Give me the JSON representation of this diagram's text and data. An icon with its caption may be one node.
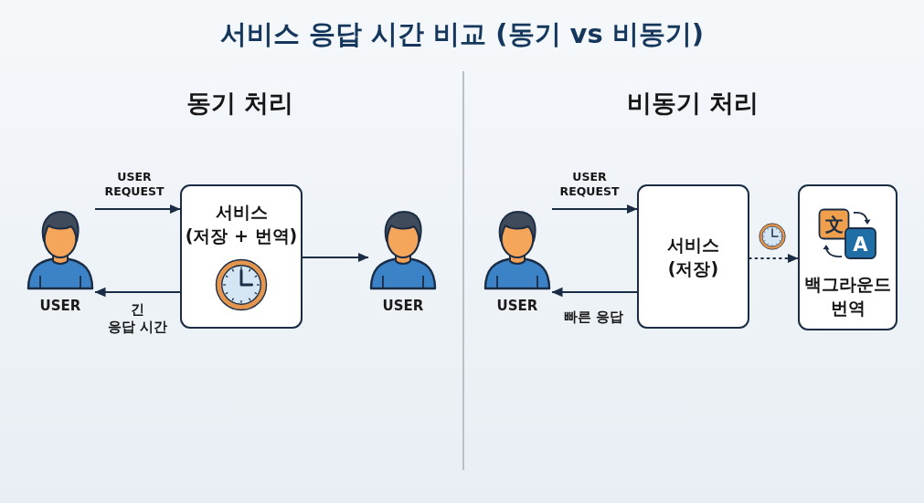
{
  "diagram": {
    "title": "서비스 응답 시간 비교 (동기 vs 비동기)",
    "nodes": [
      {
        "text": [
          "USER"
        ]
      },
      {
        "text": [
          "서비스 (저장 + 번역)"
        ]
      },
      {
        "text": [
          "USER"
        ]
      },
      {
        "text": [
          "USER"
        ]
      },
      {
        "text": [
          "서비스 (저장)"
        ]
      },
      {
        "text": [
          "백그라운드 번역"
        ]
      }
    ],
    "edges": [
      {
        "from": 0,
        "to": 1,
        "arrow": "to",
        "label": "USER REQUEST"
      },
      {
        "from": 1,
        "to": 0,
        "arrow": "to",
        "label": "긴 응답 시간"
      },
      {
        "from": 1,
        "to": 2,
        "arrow": "to"
      },
      {
        "from": 3,
        "to": 4,
        "arrow": "to",
        "label": "USER REQUEST"
      },
      {
        "from": 4,
        "to": 3,
        "arrow": "to",
        "label": "빠른 응답"
      },
      {
        "from": 4,
        "to": 5,
        "arrow": "to",
        "style": "dashed"
      }
    ],
    "labels": [
      "동기 처리",
      "비동기 처리",
      "文",
      "A"
    ]
  }
}
